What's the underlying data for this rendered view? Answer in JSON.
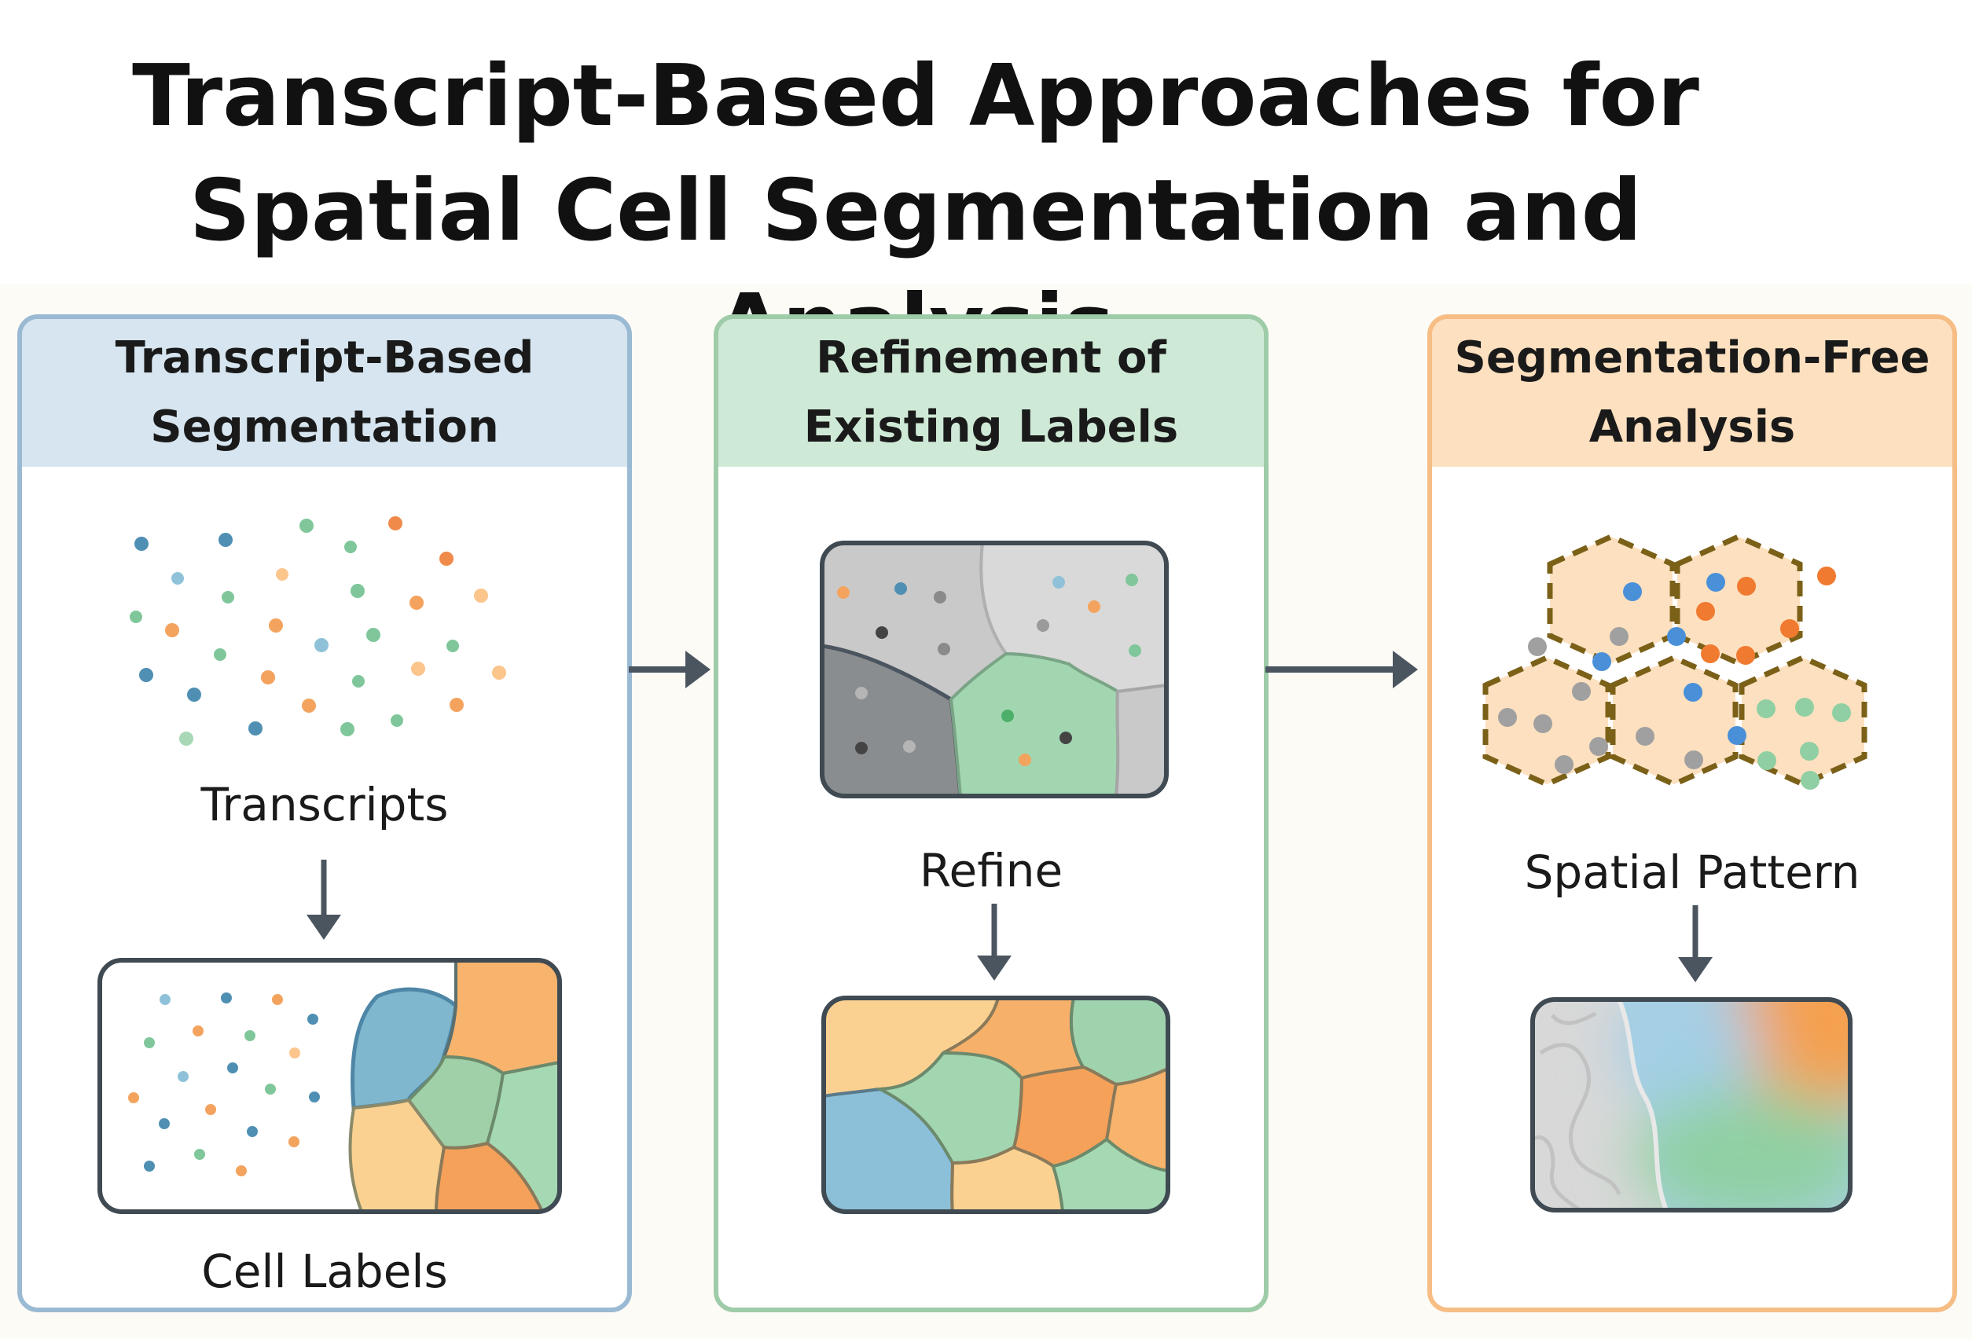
{
  "title_line1": "Transcript-Based Approaches for",
  "title_line2": "Spatial Cell Segmentation and Analysis",
  "panels": [
    {
      "heading_line1": "Transcript-Based",
      "heading_line2": "Segmentation",
      "top_label": "Transcripts",
      "bottom_label": "Cell Labels"
    },
    {
      "heading_line1": "Refinement of",
      "heading_line2": "Existing Labels",
      "top_label": "Refine"
    },
    {
      "heading_line1": "Segmentation-Free",
      "heading_line2": "Analysis",
      "top_label": "Spatial Pattern"
    }
  ],
  "colors": {
    "blue": "#6fa6c6",
    "green": "#8fcfa3",
    "orange": "#f4a35e",
    "light_orange": "#fbc58c",
    "gray": "#9a9a9a",
    "arrow": "#4b5560",
    "hex_border": "#7b6018"
  }
}
